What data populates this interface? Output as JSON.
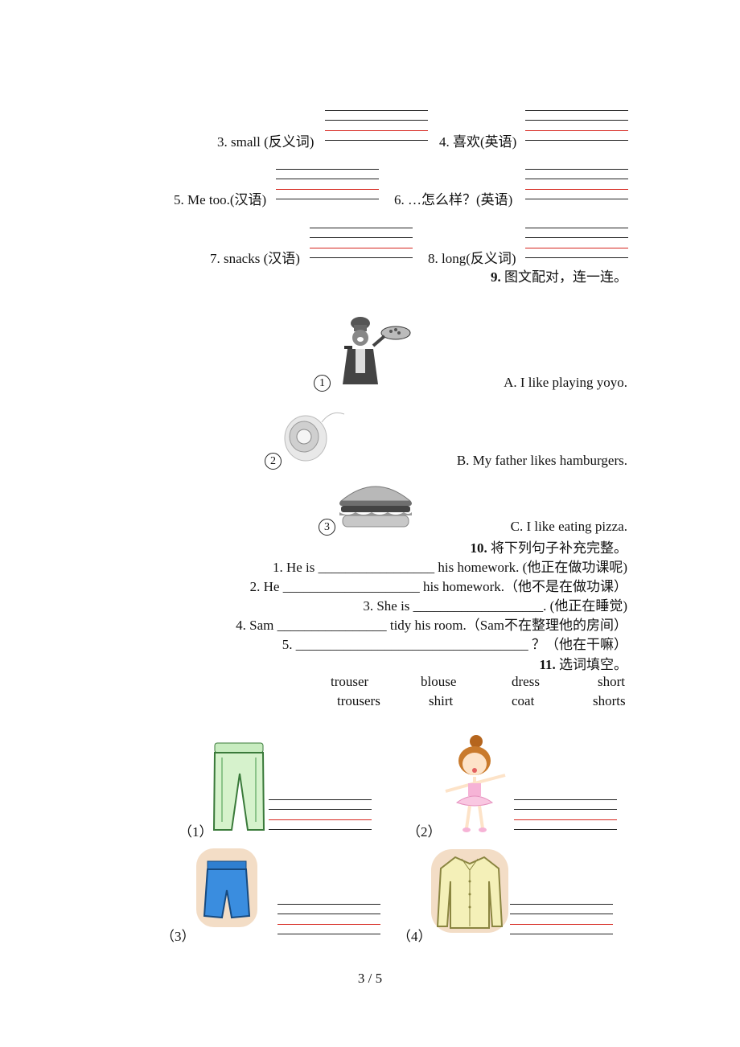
{
  "vocab": {
    "items": [
      {
        "num": "3.",
        "text": "small (反义词)"
      },
      {
        "num": "4.",
        "text": "喜欢(英语)"
      },
      {
        "num": "5.",
        "text": "Me too.(汉语)"
      },
      {
        "num": "6.",
        "text": "…怎么样？(英语)"
      },
      {
        "num": "7.",
        "text": "snacks (汉语)"
      },
      {
        "num": "8.",
        "text": "long(反义词)"
      }
    ]
  },
  "section9": {
    "title_num": "9.",
    "title_text": "图文配对，连一连。",
    "pictures": [
      {
        "marker": "1",
        "icon": "chef-pizza-icon"
      },
      {
        "marker": "2",
        "icon": "yoyo-icon"
      },
      {
        "marker": "3",
        "icon": "hamburger-icon"
      }
    ],
    "sentences": [
      "A. I like playing yoyo.",
      "B. My father likes hamburgers.",
      "C. I like eating pizza."
    ]
  },
  "section10": {
    "title_num": "10.",
    "title_text": "将下列句子补充完整。",
    "lines": [
      "1. He is _________________ his homework. (他正在做功课呢)",
      "2. He ____________________ his homework.（他不是在做功课）",
      "3. She is ___________________. (他正在睡觉)",
      "4. Sam ________________ tidy his room.（Sam不在整理他的房间）",
      "5. __________________________________ ？（他在干嘛）"
    ]
  },
  "section11": {
    "title_num": "11.",
    "title_text": "选词填空。",
    "words_row1": [
      "trouser",
      "blouse",
      "dress",
      "short"
    ],
    "words_row2": [
      "trousers",
      "shirt",
      "coat",
      "shorts"
    ],
    "items": [
      {
        "label": "（1）",
        "icon": "trousers-icon"
      },
      {
        "label": "（2）",
        "icon": "ballerina-dress-icon"
      },
      {
        "label": "（3）",
        "icon": "shorts-icon"
      },
      {
        "label": "（4）",
        "icon": "blouse-icon"
      }
    ]
  },
  "footer": {
    "page": "3 / 5"
  },
  "colors": {
    "line_black": "#222222",
    "line_red": "#d6261e"
  }
}
